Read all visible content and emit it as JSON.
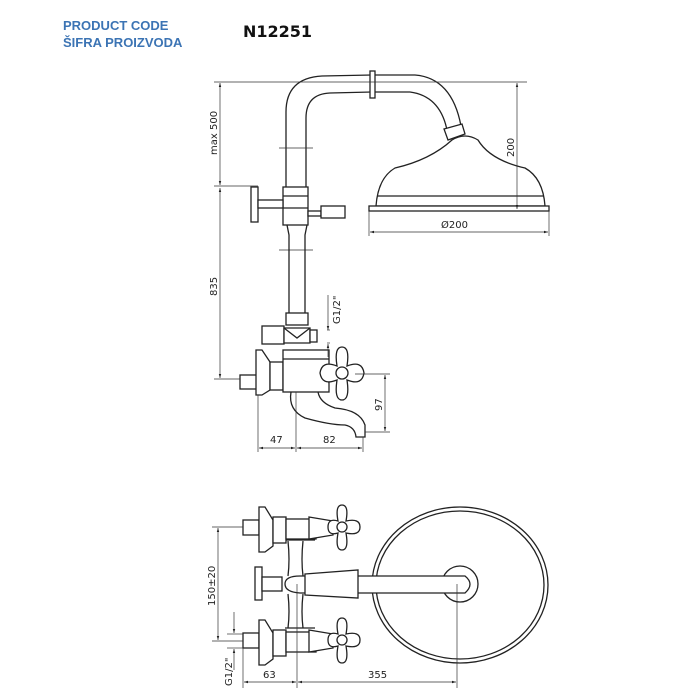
{
  "header": {
    "label_en": "PRODUCT CODE",
    "label_hr": "ŠIFRA PROIZVODA",
    "product_code": "N12251",
    "label_color": "#3c74b4"
  },
  "side_view": {
    "dim_max_height": "max 500",
    "dim_column": "835",
    "dim_head_height": "200",
    "dim_head_diameter": "Ø200",
    "dim_thread": "G1/2\"",
    "dim_spout_drop": "97",
    "dim_wall_offset": "47",
    "dim_spout_reach": "82"
  },
  "top_view": {
    "dim_spacing": "150±20",
    "dim_thread": "G1/2\"",
    "dim_wall_offset": "63",
    "dim_arm_reach": "355"
  }
}
